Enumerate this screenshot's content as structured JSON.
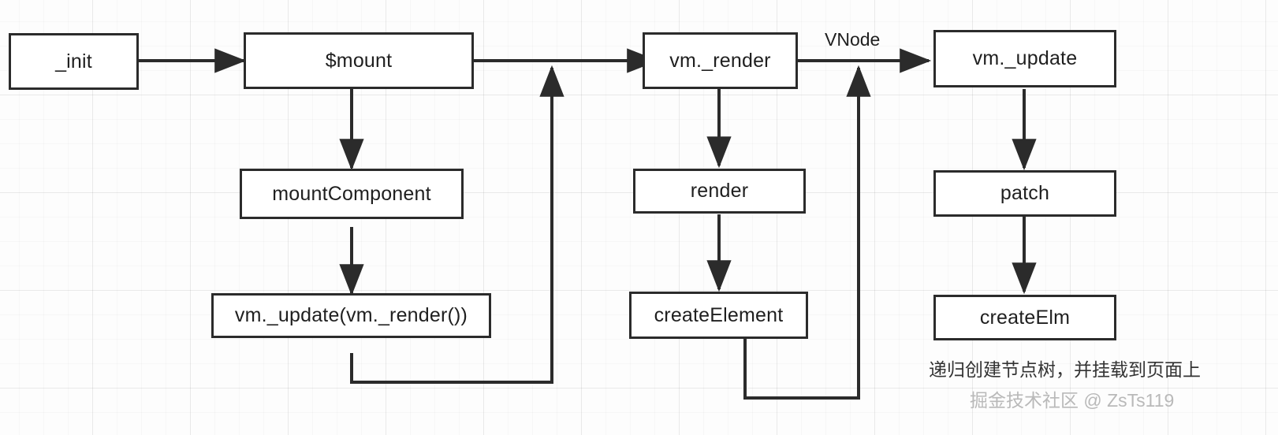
{
  "diagram": {
    "title_text": "Vue mount / render / update flow",
    "background": "#fdfdfd",
    "stroke_color": "#2b2b2b",
    "text_color": "#1f1f1f",
    "watermark_color": "#b9b9b9"
  },
  "nodes": {
    "init": "_init",
    "mount": "$mount",
    "mount_component": "mountComponent",
    "update_render": "vm._update(vm._render())",
    "vm_render": "vm._render",
    "render": "render",
    "create_element": "createElement",
    "vm_update": "vm._update",
    "patch": "patch",
    "create_elm": "createElm"
  },
  "edge_labels": {
    "vnode": "VNode"
  },
  "annotations": {
    "caption": "递归创建节点树，并挂载到页面上",
    "watermark": "掘金技术社区 @ ZsTs119"
  }
}
